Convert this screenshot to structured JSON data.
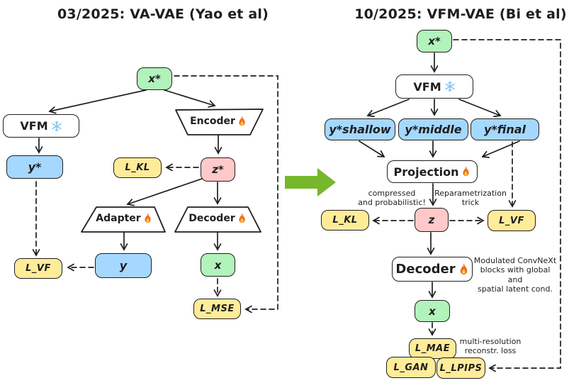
{
  "titles": {
    "left": "03/2025: VA-VAE (Yao et al)",
    "right": "10/2025: VFM-VAE (Bi et al)"
  },
  "left": {
    "x_star": "x*",
    "vfm": "VFM",
    "encoder": "Encoder",
    "y_star": "y*",
    "l_kl": "L_KL",
    "z_star": "z*",
    "adapter": "Adapter",
    "decoder": "Decoder",
    "l_vf": "L_VF",
    "y": "y",
    "x": "x",
    "l_mse": "L_MSE"
  },
  "right": {
    "x_star": "x*",
    "vfm": "VFM",
    "y_shallow": "y*shallow",
    "y_middle": "y*middle",
    "y_final": "y*final",
    "projection": "Projection",
    "z": "z",
    "l_kl": "L_KL",
    "l_vf": "L_VF",
    "decoder": "Decoder",
    "x": "x",
    "l_mae": "L_MAE",
    "l_gan": "L_GAN",
    "l_lpips": "L_LPIPS",
    "annotations": {
      "compressed": "compressed\nand probabilistic!",
      "reparam": "Reparametrization\ntrick",
      "decoder_note": "Modulated ConvNeXt\nblocks with global and\nspatial latent cond.",
      "recon_note": "multi-resolution\nreconstr. loss"
    }
  },
  "icons": {
    "snowflake": "frozen (not trained)",
    "flame": "trained (fire)"
  },
  "colors": {
    "green_fill": "#b2f2bb",
    "blue_fill": "#a5d8ff",
    "pink_fill": "#ffc9c9",
    "yellow_fill": "#ffec99",
    "stroke": "#1e1e1e",
    "transition_arrow_green": "#76b72b",
    "snowflake_blue": "#85c5ef",
    "flame_orange": "#f2701d"
  }
}
